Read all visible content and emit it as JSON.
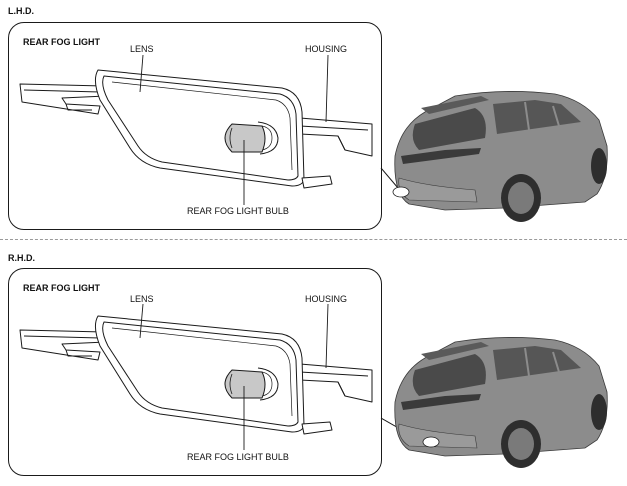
{
  "lhd": {
    "section_label": "L.H.D.",
    "panel_title": "REAR FOG LIGHT",
    "lens_label": "LENS",
    "housing_label": "HOUSING",
    "bulb_label": "REAR FOG LIGHT BULB"
  },
  "rhd": {
    "section_label": "R.H.D.",
    "panel_title": "REAR FOG LIGHT",
    "lens_label": "LENS",
    "housing_label": "HOUSING",
    "bulb_label": "REAR FOG LIGHT BULB"
  },
  "colors": {
    "line": "#1a1a1a",
    "car_body": "#8c8c8c",
    "car_dark": "#4a4a4a",
    "divider": "#9a9a9a"
  }
}
